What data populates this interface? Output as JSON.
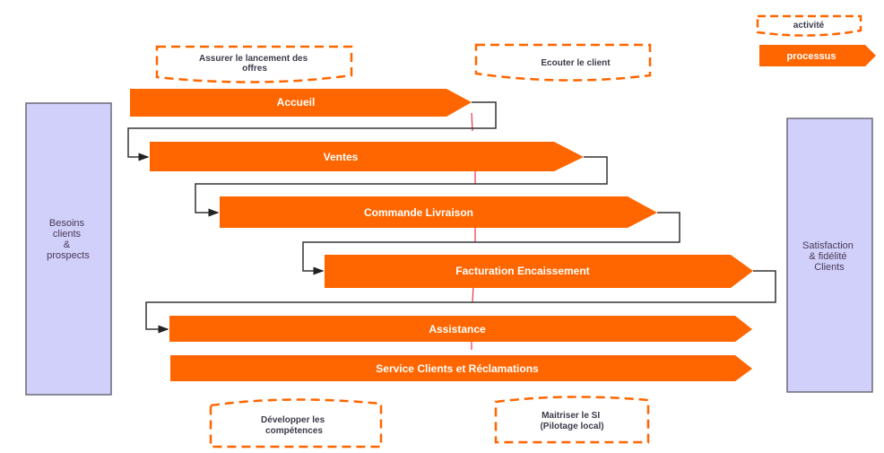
{
  "colors": {
    "process_fill": "#ff6600",
    "activity_dash": "#ff6600",
    "side_fill": "#d0d0fa",
    "side_border": "#6a6a78",
    "connector": "#333333",
    "red_line": "#ee3344"
  },
  "legend": {
    "activity_label": "activité",
    "process_label": "processus"
  },
  "side_boxes": {
    "left": {
      "lines": [
        "Besoins",
        "clients",
        "&",
        "prospects"
      ]
    },
    "right": {
      "lines": [
        "Satisfaction",
        "& fidélité",
        "Clients"
      ]
    }
  },
  "activities": [
    {
      "id": "lancement",
      "lines": [
        "Assurer le lancement des",
        "offres"
      ]
    },
    {
      "id": "ecouter",
      "lines": [
        "Ecouter le client"
      ]
    },
    {
      "id": "competences",
      "lines": [
        "Développer les",
        "compétences"
      ]
    },
    {
      "id": "si",
      "lines": [
        "Maitriser le SI",
        "(Pilotage local)"
      ]
    }
  ],
  "processes": [
    {
      "id": "accueil",
      "label": "Accueil"
    },
    {
      "id": "ventes",
      "label": "Ventes"
    },
    {
      "id": "commande",
      "label": "Commande Livraison"
    },
    {
      "id": "facturation",
      "label": "Facturation Encaissement"
    },
    {
      "id": "assistance",
      "label": "Assistance"
    },
    {
      "id": "service",
      "label": "Service Clients et Réclamations"
    }
  ]
}
